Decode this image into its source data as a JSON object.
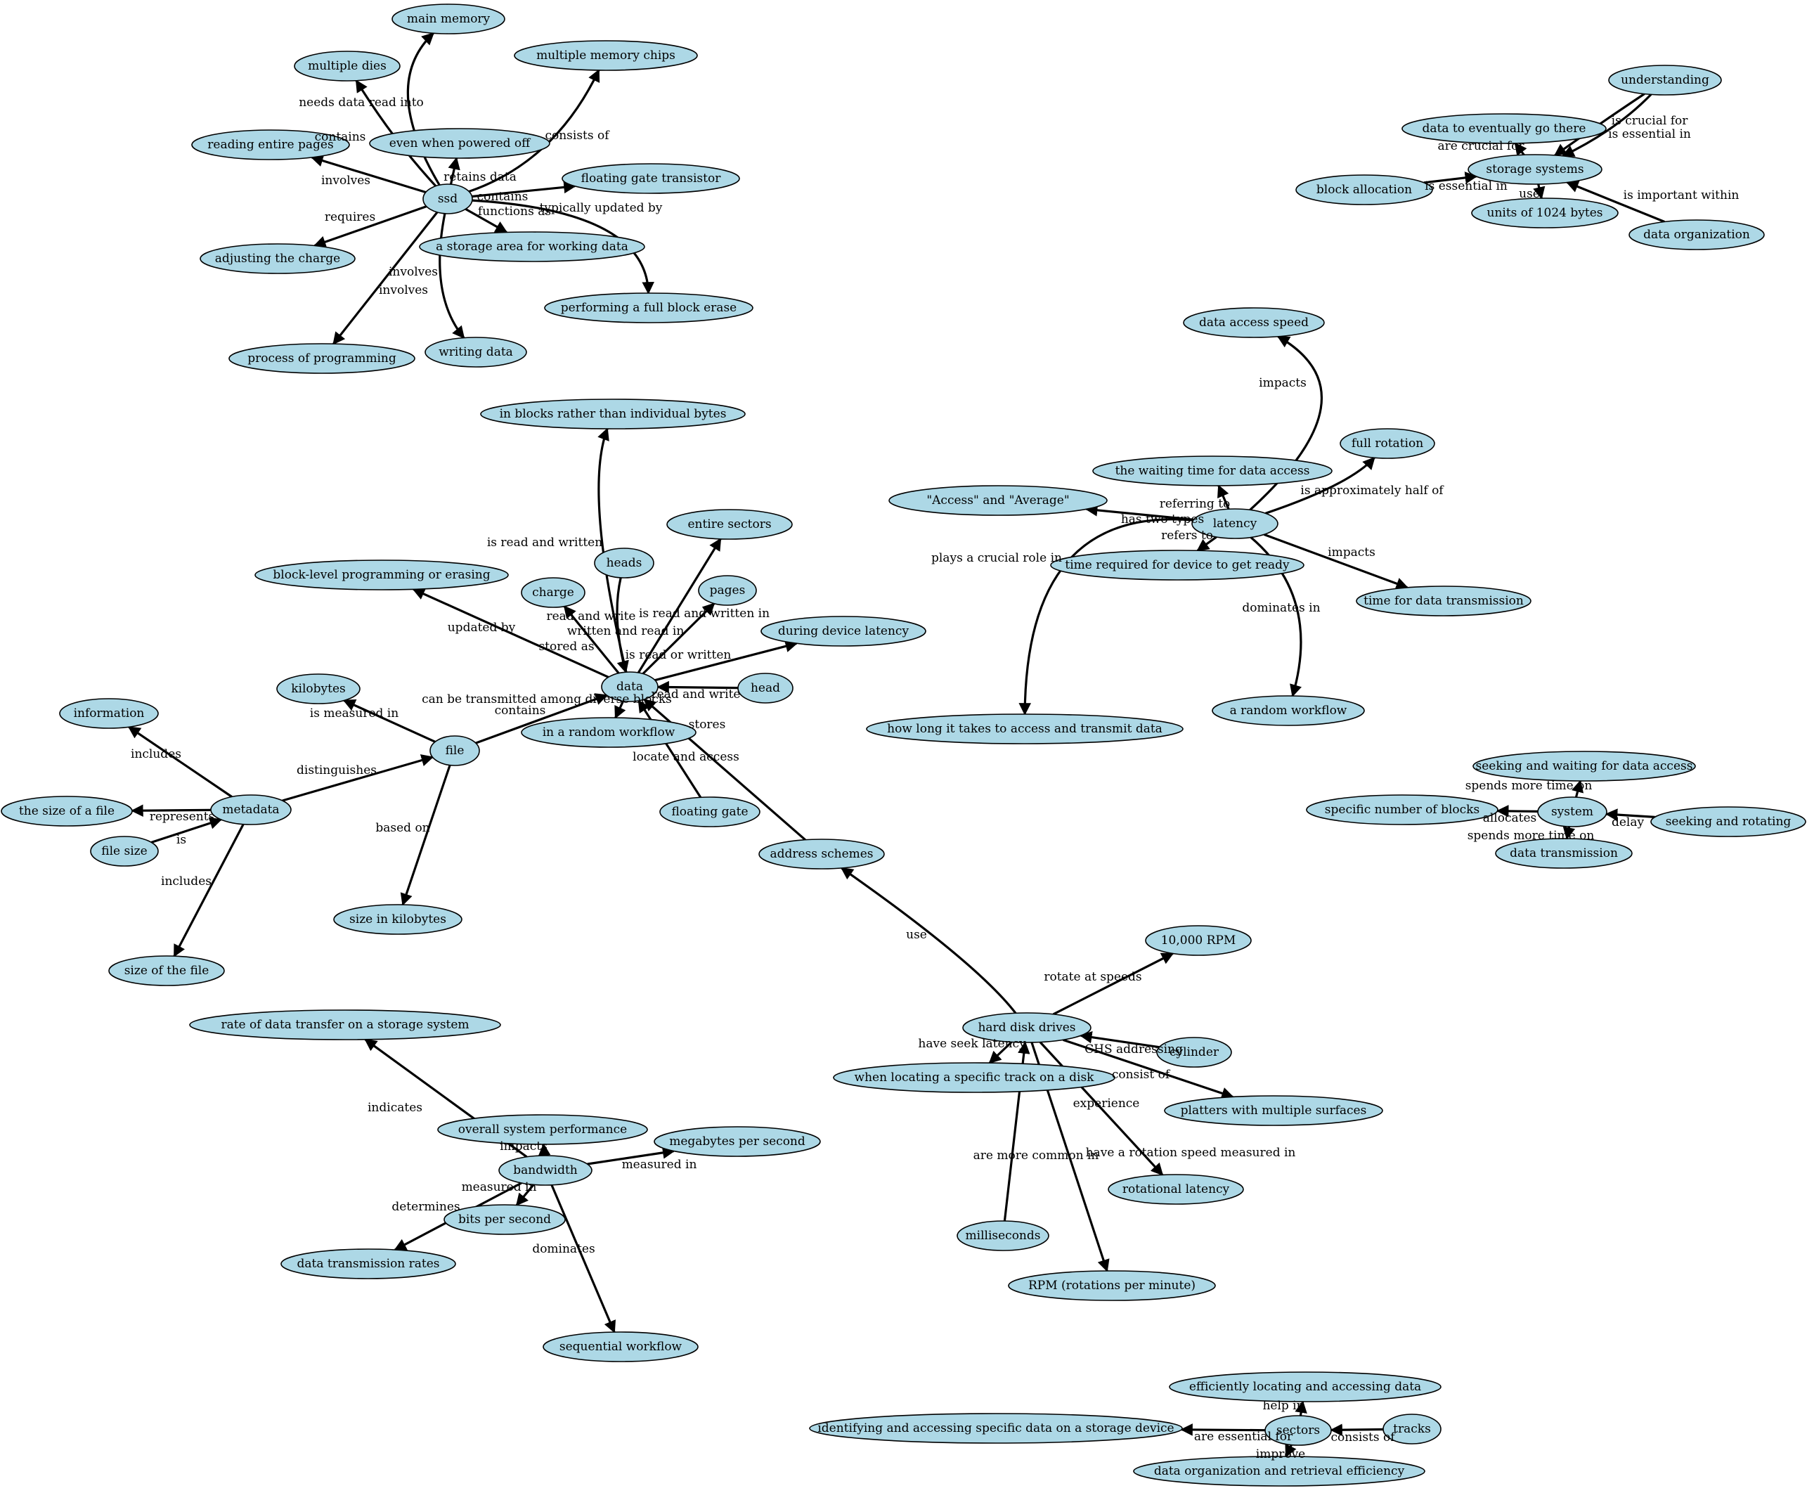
{
  "colors": {
    "node_fill": "#add8e6",
    "node_stroke": "#000000",
    "edge": "#000000",
    "background": "#ffffff"
  },
  "nodes": [
    {
      "id": "main_memory",
      "label": "main memory"
    },
    {
      "id": "multiple_dies",
      "label": "multiple dies"
    },
    {
      "id": "multiple_memory_chips",
      "label": "multiple memory chips"
    },
    {
      "id": "reading_entire_pages",
      "label": "reading entire pages"
    },
    {
      "id": "even_when_powered_off",
      "label": "even when powered off"
    },
    {
      "id": "floating_gate_transistor",
      "label": "floating gate transistor"
    },
    {
      "id": "ssd",
      "label": "ssd"
    },
    {
      "id": "a_storage_area",
      "label": "a storage area for working data"
    },
    {
      "id": "adjusting_the_charge",
      "label": "adjusting the charge"
    },
    {
      "id": "performing_full_block_erase",
      "label": "performing a full block erase"
    },
    {
      "id": "process_of_programming",
      "label": "process of programming"
    },
    {
      "id": "writing_data",
      "label": "writing data"
    },
    {
      "id": "understanding",
      "label": "understanding"
    },
    {
      "id": "data_to_eventually",
      "label": "data to eventually go there"
    },
    {
      "id": "storage_systems",
      "label": "storage systems"
    },
    {
      "id": "block_allocation",
      "label": "block allocation"
    },
    {
      "id": "units_of_1024",
      "label": "units of 1024 bytes"
    },
    {
      "id": "data_organization",
      "label": "data organization"
    },
    {
      "id": "data_access_speed",
      "label": "data access speed"
    },
    {
      "id": "full_rotation",
      "label": "full rotation"
    },
    {
      "id": "waiting_time",
      "label": "the waiting time for data access"
    },
    {
      "id": "access_and_average",
      "label": "\"Access\" and \"Average\""
    },
    {
      "id": "latency",
      "label": "latency"
    },
    {
      "id": "time_required",
      "label": "time required for device to get ready"
    },
    {
      "id": "time_for_transmission",
      "label": "time for data transmission"
    },
    {
      "id": "random_workflow_latency",
      "label": "a random workflow"
    },
    {
      "id": "how_long",
      "label": "how long it takes to access and transmit data"
    },
    {
      "id": "in_blocks",
      "label": "in blocks rather than individual bytes"
    },
    {
      "id": "entire_sectors",
      "label": "entire sectors"
    },
    {
      "id": "heads",
      "label": "heads"
    },
    {
      "id": "block_level",
      "label": "block-level programming or erasing"
    },
    {
      "id": "charge",
      "label": "charge"
    },
    {
      "id": "pages",
      "label": "pages"
    },
    {
      "id": "during_device_latency",
      "label": "during device latency"
    },
    {
      "id": "data",
      "label": "data"
    },
    {
      "id": "head",
      "label": "head"
    },
    {
      "id": "in_random_workflow",
      "label": "in a random workflow"
    },
    {
      "id": "kilobytes",
      "label": "kilobytes"
    },
    {
      "id": "information",
      "label": "information"
    },
    {
      "id": "file",
      "label": "file"
    },
    {
      "id": "metadata",
      "label": "metadata"
    },
    {
      "id": "size_of_a_file",
      "label": "the size of a file"
    },
    {
      "id": "floating_gate",
      "label": "floating gate"
    },
    {
      "id": "file_size",
      "label": "file size"
    },
    {
      "id": "address_schemes",
      "label": "address schemes"
    },
    {
      "id": "size_in_kb",
      "label": "size in kilobytes"
    },
    {
      "id": "size_of_the_file",
      "label": "size of the file"
    },
    {
      "id": "seeking_waiting",
      "label": "seeking and waiting for data access"
    },
    {
      "id": "specific_number_blocks",
      "label": "specific number of blocks"
    },
    {
      "id": "system",
      "label": "system"
    },
    {
      "id": "seeking_rotating",
      "label": "seeking and rotating"
    },
    {
      "id": "data_transmission",
      "label": "data transmission"
    },
    {
      "id": "rpm_10000",
      "label": "10,000 RPM"
    },
    {
      "id": "rate_of_transfer",
      "label": "rate of data transfer on a storage system"
    },
    {
      "id": "hard_disk_drives",
      "label": "hard disk drives"
    },
    {
      "id": "cylinder",
      "label": "cylinder"
    },
    {
      "id": "when_locating",
      "label": "when locating a specific track on a disk"
    },
    {
      "id": "platters",
      "label": "platters with multiple surfaces"
    },
    {
      "id": "overall_performance",
      "label": "overall system performance"
    },
    {
      "id": "megabytes_per_second",
      "label": "megabytes per second"
    },
    {
      "id": "bandwidth",
      "label": "bandwidth"
    },
    {
      "id": "bits_per_second",
      "label": "bits per second"
    },
    {
      "id": "rotational_latency",
      "label": "rotational latency"
    },
    {
      "id": "data_transmission_rates",
      "label": "data transmission rates"
    },
    {
      "id": "milliseconds",
      "label": "milliseconds"
    },
    {
      "id": "rpm_rotations",
      "label": "RPM (rotations per minute)"
    },
    {
      "id": "sequential_workflow",
      "label": "sequential workflow"
    },
    {
      "id": "efficiently_locating",
      "label": "efficiently locating and accessing data"
    },
    {
      "id": "identifying_accessing",
      "label": "identifying and accessing specific data on a storage device"
    },
    {
      "id": "sectors",
      "label": "sectors"
    },
    {
      "id": "tracks",
      "label": "tracks"
    },
    {
      "id": "data_org_retrieval",
      "label": "data organization and retrieval efficiency"
    }
  ],
  "edges": [
    {
      "from": "ssd",
      "to": "main_memory",
      "label": "needs data read into"
    },
    {
      "from": "ssd",
      "to": "multiple_dies",
      "label": "contains"
    },
    {
      "from": "ssd",
      "to": "multiple_memory_chips",
      "label": "consists of"
    },
    {
      "from": "ssd",
      "to": "reading_entire_pages",
      "label": "involves"
    },
    {
      "from": "ssd",
      "to": "even_when_powered_off",
      "label": "retains data"
    },
    {
      "from": "ssd",
      "to": "floating_gate_transistor",
      "label": "contains"
    },
    {
      "from": "ssd",
      "to": "a_storage_area",
      "label": "functions as"
    },
    {
      "from": "ssd",
      "to": "performing_full_block_erase",
      "label": "typically updated by"
    },
    {
      "from": "ssd",
      "to": "adjusting_the_charge",
      "label": "requires"
    },
    {
      "from": "ssd",
      "to": "process_of_programming",
      "label": "involves"
    },
    {
      "from": "ssd",
      "to": "writing_data",
      "label": "involves"
    },
    {
      "from": "understanding",
      "to": "storage_systems",
      "label": "is crucial for"
    },
    {
      "from": "understanding",
      "to": "storage_systems",
      "label": "is essential in"
    },
    {
      "from": "storage_systems",
      "to": "data_to_eventually",
      "label": "are crucial for"
    },
    {
      "from": "block_allocation",
      "to": "storage_systems",
      "label": "is essential in"
    },
    {
      "from": "storage_systems",
      "to": "units_of_1024",
      "label": "use"
    },
    {
      "from": "data_organization",
      "to": "storage_systems",
      "label": "is important within"
    },
    {
      "from": "latency",
      "to": "data_access_speed",
      "label": "impacts"
    },
    {
      "from": "latency",
      "to": "full_rotation",
      "label": "is approximately half of"
    },
    {
      "from": "latency",
      "to": "waiting_time",
      "label": "referring to"
    },
    {
      "from": "latency",
      "to": "access_and_average",
      "label": "has two types"
    },
    {
      "from": "latency",
      "to": "time_required",
      "label": "refers to"
    },
    {
      "from": "latency",
      "to": "time_for_transmission",
      "label": "impacts"
    },
    {
      "from": "latency",
      "to": "random_workflow_latency",
      "label": "dominates in"
    },
    {
      "from": "latency",
      "to": "how_long",
      "label": "plays a crucial role in"
    },
    {
      "from": "data",
      "to": "in_blocks",
      "label": "is read and written"
    },
    {
      "from": "data",
      "to": "entire_sectors",
      "label": "is read and written in"
    },
    {
      "from": "heads",
      "to": "data",
      "label": "written and read in"
    },
    {
      "from": "data",
      "to": "block_level",
      "label": "updated by"
    },
    {
      "from": "data",
      "to": "charge",
      "label": "stored as"
    },
    {
      "from": "data",
      "to": "pages",
      "label": "read and write"
    },
    {
      "from": "data",
      "to": "during_device_latency",
      "label": "is read or written"
    },
    {
      "from": "head",
      "to": "data",
      "label": "read and write"
    },
    {
      "from": "data",
      "to": "in_random_workflow",
      "label": "can be transmitted among diverse blocks"
    },
    {
      "from": "file",
      "to": "data",
      "label": "contains"
    },
    {
      "from": "floating_gate",
      "to": "data",
      "label": "stores"
    },
    {
      "from": "address_schemes",
      "to": "data",
      "label": "locate and access"
    },
    {
      "from": "file",
      "to": "kilobytes",
      "label": "is measured in"
    },
    {
      "from": "metadata",
      "to": "file",
      "label": "distinguishes"
    },
    {
      "from": "file",
      "to": "size_in_kb",
      "label": "based on"
    },
    {
      "from": "metadata",
      "to": "information",
      "label": "includes"
    },
    {
      "from": "metadata",
      "to": "size_of_a_file",
      "label": "represents"
    },
    {
      "from": "file_size",
      "to": "metadata",
      "label": "is"
    },
    {
      "from": "metadata",
      "to": "size_of_the_file",
      "label": "includes"
    },
    {
      "from": "system",
      "to": "seeking_waiting",
      "label": "spends more time on"
    },
    {
      "from": "system",
      "to": "specific_number_blocks",
      "label": "allocates"
    },
    {
      "from": "seeking_rotating",
      "to": "system",
      "label": "delay"
    },
    {
      "from": "system",
      "to": "data_transmission",
      "label": "spends more time on"
    },
    {
      "from": "hard_disk_drives",
      "to": "address_schemes",
      "label": "use"
    },
    {
      "from": "hard_disk_drives",
      "to": "rpm_10000",
      "label": "rotate at speeds"
    },
    {
      "from": "hard_disk_drives",
      "to": "when_locating",
      "label": "have seek latency"
    },
    {
      "from": "cylinder",
      "to": "hard_disk_drives",
      "label": "CHS addressing"
    },
    {
      "from": "hard_disk_drives",
      "to": "platters",
      "label": "consist of"
    },
    {
      "from": "hard_disk_drives",
      "to": "rotational_latency",
      "label": "experience"
    },
    {
      "from": "milliseconds",
      "to": "hard_disk_drives",
      "label": "are more common in"
    },
    {
      "from": "hard_disk_drives",
      "to": "rpm_rotations",
      "label": "have a rotation speed measured in"
    },
    {
      "from": "bandwidth",
      "to": "rate_of_transfer",
      "label": "indicates"
    },
    {
      "from": "bandwidth",
      "to": "overall_performance",
      "label": "impacts"
    },
    {
      "from": "bandwidth",
      "to": "megabytes_per_second",
      "label": "measured in"
    },
    {
      "from": "bandwidth",
      "to": "bits_per_second",
      "label": "measured in"
    },
    {
      "from": "bandwidth",
      "to": "data_transmission_rates",
      "label": "determines"
    },
    {
      "from": "bandwidth",
      "to": "sequential_workflow",
      "label": "dominates"
    },
    {
      "from": "sectors",
      "to": "efficiently_locating",
      "label": "help in"
    },
    {
      "from": "sectors",
      "to": "identifying_accessing",
      "label": "are essential for"
    },
    {
      "from": "tracks",
      "to": "sectors",
      "label": "consists of"
    },
    {
      "from": "sectors",
      "to": "data_org_retrieval",
      "label": "improve"
    }
  ]
}
